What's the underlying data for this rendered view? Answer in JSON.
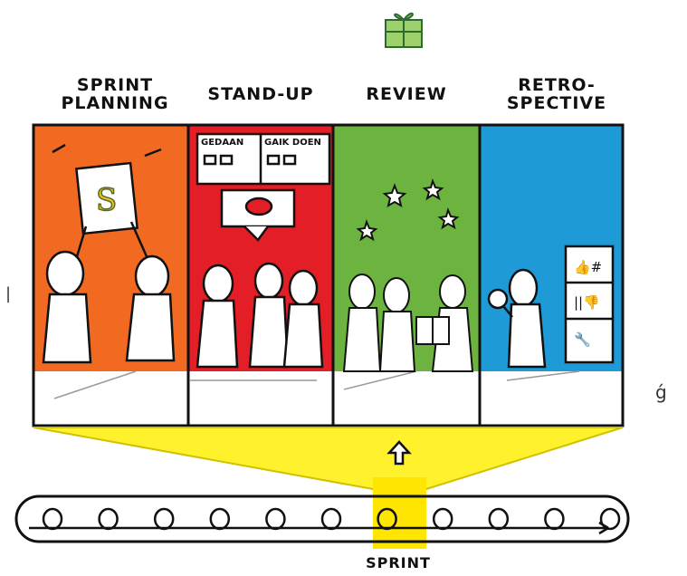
{
  "diagram": {
    "phases": [
      {
        "id": "sprint-planning",
        "label_lines": [
          "SPRINT",
          "PLANNING"
        ],
        "color": "#f26a21"
      },
      {
        "id": "stand-up",
        "label_lines": [
          "STAND-UP"
        ],
        "color": "#e41e26"
      },
      {
        "id": "review",
        "label_lines": [
          "REVIEW"
        ],
        "color": "#6cb33f"
      },
      {
        "id": "retrospective",
        "label_lines": [
          "RETRO-",
          "SPECTIVE"
        ],
        "color": "#1e9ad6"
      }
    ],
    "board_columns": [
      "GEDAAN",
      "GAIK DOEN"
    ],
    "sprint_label": "SPRINT",
    "funnel_color": "#fff22d",
    "sprint_highlight_color": "#ffe600",
    "loop_count": 11,
    "gift_icon": "gift-icon",
    "arrow_icon": "up-arrow-icon"
  }
}
